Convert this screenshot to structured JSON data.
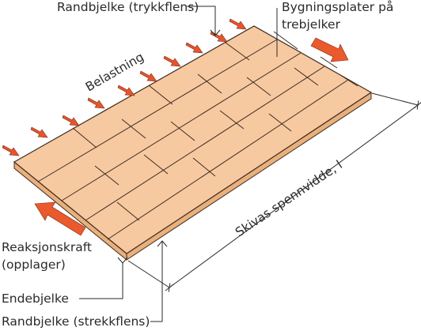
{
  "labels": {
    "randbjelke_trykk": "Randbjelke (trykkflens)",
    "bygningsplater": "Bygningsplater på",
    "trebjelker": "trebjelker",
    "belastning": "Belastning",
    "skivas_spennvidde": "Skivas spennvidde, l",
    "reaksjonskraft": "Reaksjonskraft",
    "opplager": "(opplager)",
    "endebjelke": "Endebjelke",
    "randbjelke_strekk": "Randbjelke (strekkflens)"
  },
  "colors": {
    "panel": "#f7c9a1",
    "panel_side": "#e9b07c",
    "load_arrow": "#e8542b",
    "reaction_arrow": "#ea5a2c",
    "ink": "#2a2a2a"
  }
}
